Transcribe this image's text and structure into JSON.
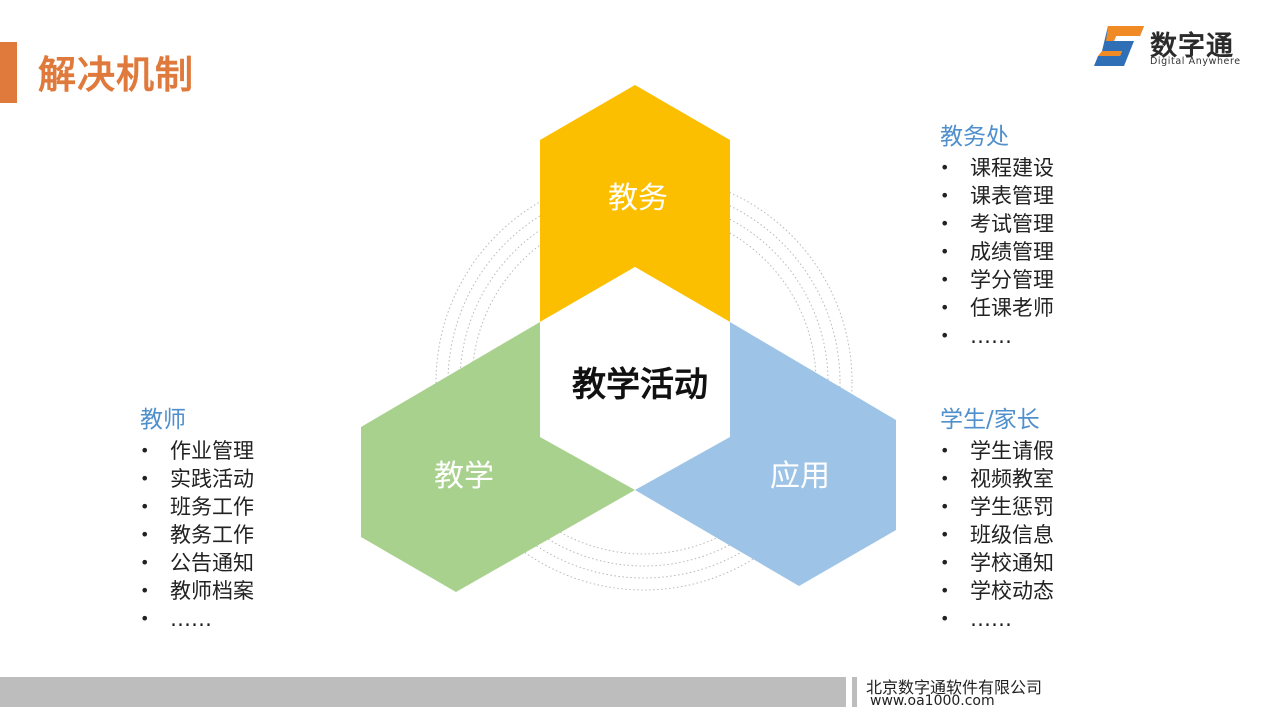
{
  "header": {
    "title": "解决机制",
    "logo_name": "数字通",
    "logo_tagline": "Digital  Anywhere"
  },
  "diagram": {
    "center": "教学活动",
    "top": {
      "label": "教务",
      "color": "#fbbf00"
    },
    "left": {
      "label": "教学",
      "color": "#a9d18e"
    },
    "right": {
      "label": "应用",
      "color": "#9dc3e6"
    }
  },
  "groups": {
    "jiaowuchu": {
      "title": "教务处",
      "items": [
        "课程建设",
        "课表管理",
        "考试管理",
        "成绩管理",
        "学分管理",
        "任课老师",
        "……"
      ]
    },
    "teacher": {
      "title": "教师",
      "items": [
        "作业管理",
        "实践活动",
        "班务工作",
        "教务工作",
        "公告通知",
        "教师档案",
        "……"
      ]
    },
    "student_parent": {
      "title": "学生/家长",
      "items": [
        "学生请假",
        "视频教室",
        "学生惩罚",
        "班级信息",
        "学校通知",
        "学校动态",
        "……"
      ]
    }
  },
  "footer": {
    "company": "北京数字通软件有限公司",
    "url": "www.oa1000.com"
  },
  "colors": {
    "accent": "#e07a3c",
    "group_title": "#4f8fcb",
    "footer_bar": "#bdbdbd"
  }
}
